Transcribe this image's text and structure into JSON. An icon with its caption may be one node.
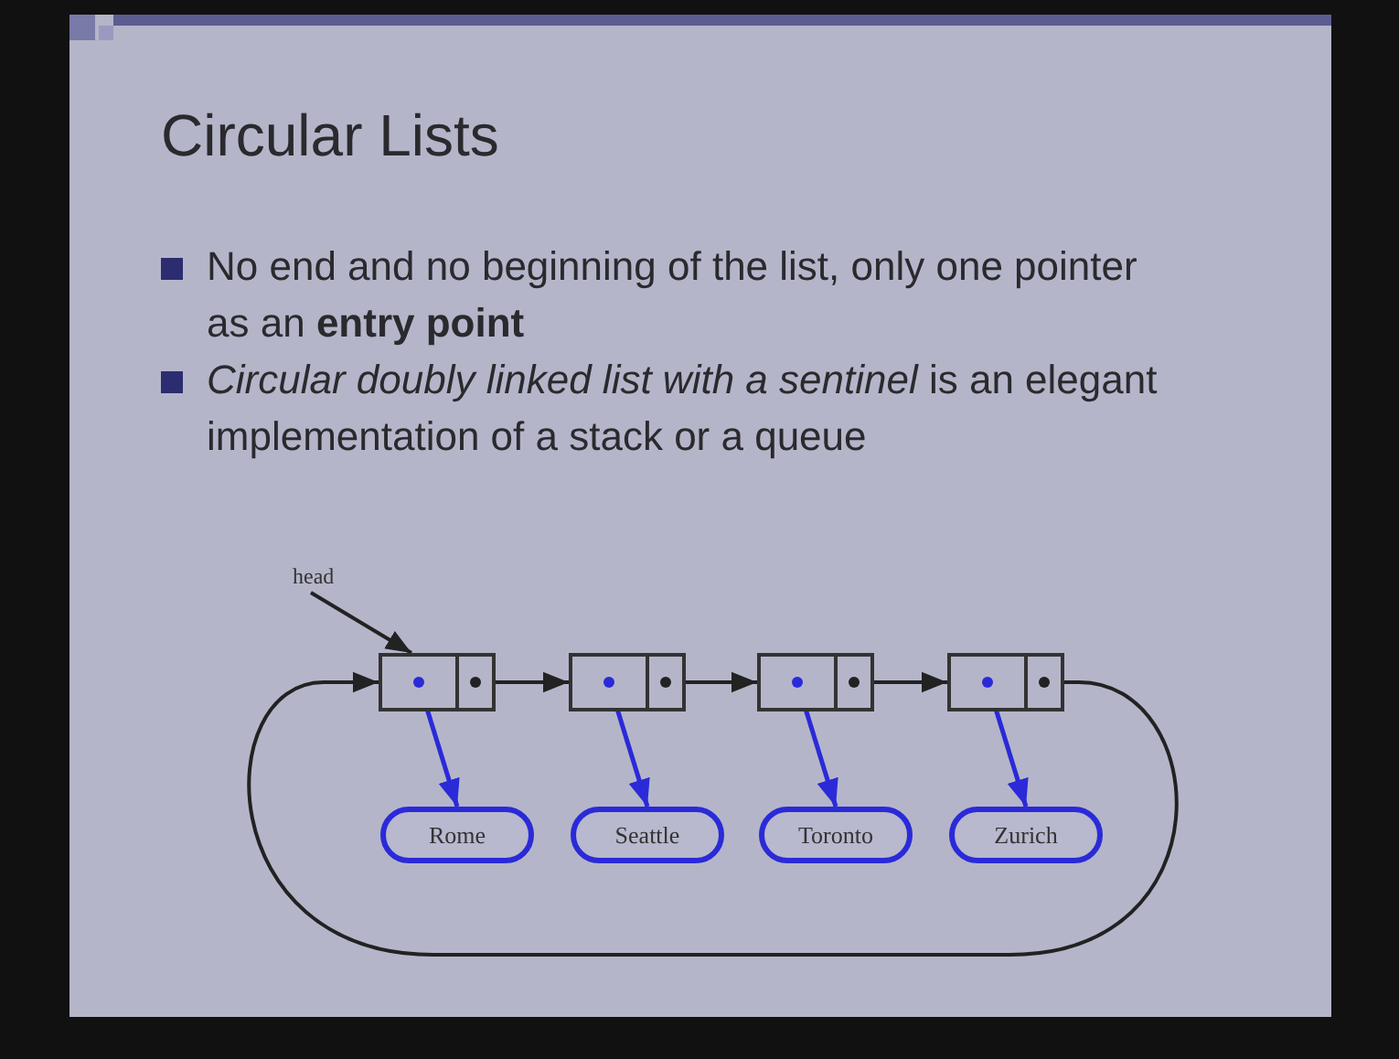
{
  "diagram": {
    "title": "Circular Lists",
    "nodes": [
      {
        "text": [
          "head"
        ]
      },
      {
        "text": [],
        "shape": "box"
      },
      {
        "text": [],
        "shape": "box"
      },
      {
        "text": [],
        "shape": "box"
      },
      {
        "text": [],
        "shape": "box"
      },
      {
        "text": [
          "Rome"
        ]
      },
      {
        "text": [
          "Seattle"
        ]
      },
      {
        "text": [
          "Toronto"
        ]
      },
      {
        "text": [
          "Zurich"
        ]
      }
    ],
    "edges": [
      {
        "from": 0,
        "to": 1,
        "arrow": "to"
      },
      {
        "from": 1,
        "to": 2,
        "arrow": "to"
      },
      {
        "from": 2,
        "to": 3,
        "arrow": "to"
      },
      {
        "from": 3,
        "to": 4,
        "arrow": "to"
      },
      {
        "from": 4,
        "to": 1,
        "arrow": "to"
      },
      {
        "from": 1,
        "to": 5,
        "arrow": "to",
        "color": "#2a2ad8"
      },
      {
        "from": 2,
        "to": 6,
        "arrow": "to",
        "color": "#2a2ad8"
      },
      {
        "from": 3,
        "to": 7,
        "arrow": "to",
        "color": "#2a2ad8"
      },
      {
        "from": 4,
        "to": 8,
        "arrow": "to",
        "color": "#2a2ad8"
      }
    ],
    "labels": [
      "No end and no beginning of the list, only one pointer as an **entry point**",
      "*Circular doubly linked list with a sentinel* is an elegant implementation of a stack or a queue"
    ]
  }
}
